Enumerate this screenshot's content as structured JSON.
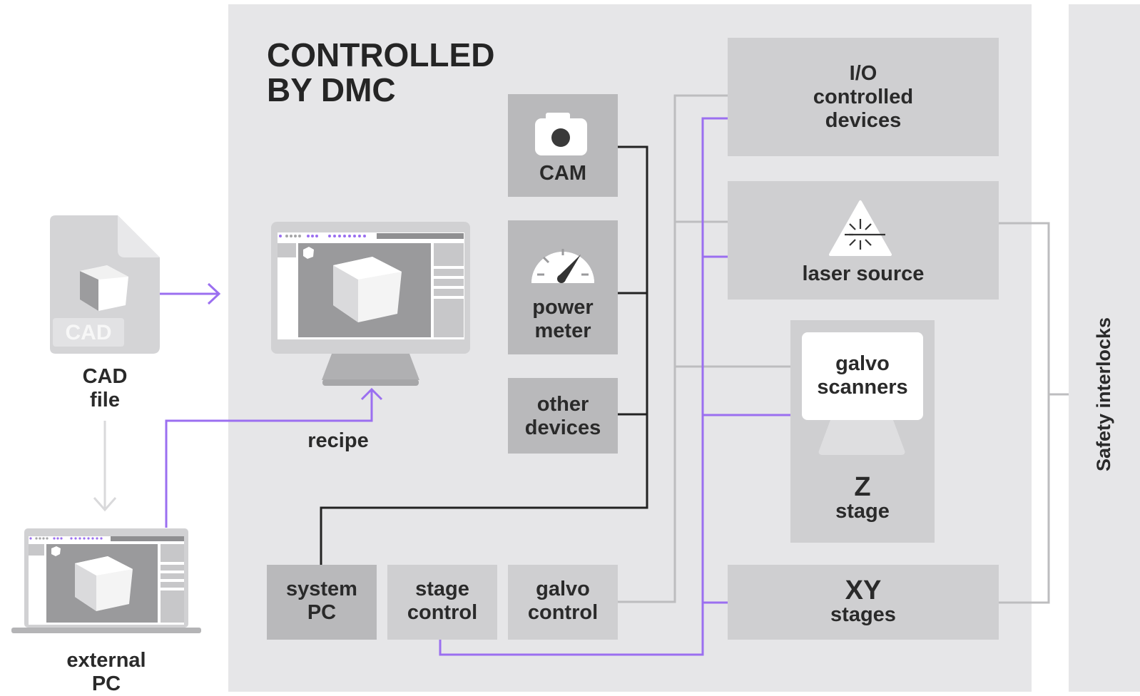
{
  "diagram": {
    "title": "CONTROLLED\nBY DMC",
    "cad_badge": "CAD",
    "cad_label": "CAD\nfile",
    "external_label": "external\nPC",
    "recipe_label": "recipe",
    "cam_label": "CAM",
    "power_label": "power\nmeter",
    "other_label": "other\ndevices",
    "io_label": "I/O\ncontrolled\ndevices",
    "laser_label": "laser source",
    "galvo_scanners_label": "galvo\nscanners",
    "z_label": "Z",
    "z_sub": "stage",
    "xy_label": "XY",
    "xy_sub": "stages",
    "system_pc_label": "system\nPC",
    "stage_control_label": "stage\ncontrol",
    "galvo_control_label": "galvo\ncontrol",
    "safety_label": "Safety interlocks"
  },
  "colors": {
    "accent": "#9b6ff0",
    "control_line": "#222222",
    "signal_line": "#bdbdbf",
    "panel": "#e6e6e8",
    "box": "#cfcfd1",
    "box_dark": "#b9b9bb"
  }
}
